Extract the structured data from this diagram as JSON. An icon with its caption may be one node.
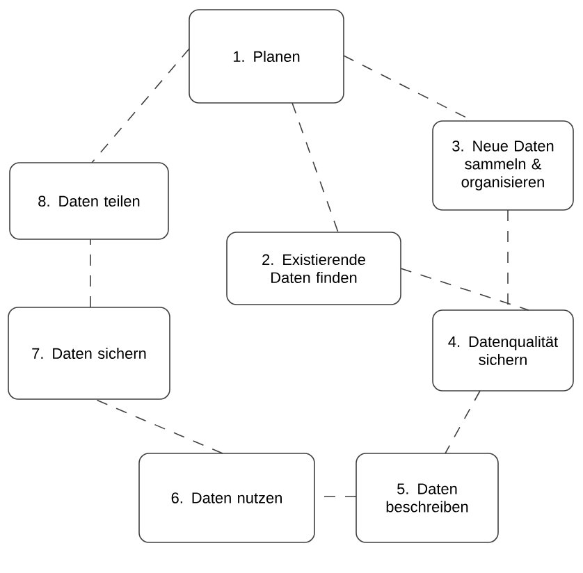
{
  "diagram": {
    "nodes": [
      {
        "text": [
          "1. Planen"
        ]
      },
      {
        "text": [
          "2. Existierende Daten finden"
        ]
      },
      {
        "text": [
          "3. Neue Daten sammeln & organisieren"
        ]
      },
      {
        "text": [
          "4. Datenqualität sichern"
        ]
      },
      {
        "text": [
          "5. Daten beschreiben"
        ]
      },
      {
        "text": [
          "6. Daten nutzen"
        ]
      },
      {
        "text": [
          "7. Daten sichern"
        ]
      },
      {
        "text": [
          "8. Daten teilen"
        ]
      }
    ],
    "edges": [
      {
        "from": 0,
        "to": 1,
        "arrow": "none",
        "style": "dashed"
      },
      {
        "from": 0,
        "to": 2,
        "arrow": "none",
        "style": "dashed"
      },
      {
        "from": 0,
        "to": 7,
        "arrow": "none",
        "style": "dashed"
      },
      {
        "from": 1,
        "to": 3,
        "arrow": "none",
        "style": "dashed"
      },
      {
        "from": 2,
        "to": 3,
        "arrow": "none",
        "style": "dashed"
      },
      {
        "from": 3,
        "to": 4,
        "arrow": "none",
        "style": "dashed"
      },
      {
        "from": 4,
        "to": 5,
        "arrow": "none",
        "style": "dashed"
      },
      {
        "from": 5,
        "to": 6,
        "arrow": "none",
        "style": "dashed"
      },
      {
        "from": 6,
        "to": 7,
        "arrow": "none",
        "style": "dashed"
      }
    ]
  }
}
